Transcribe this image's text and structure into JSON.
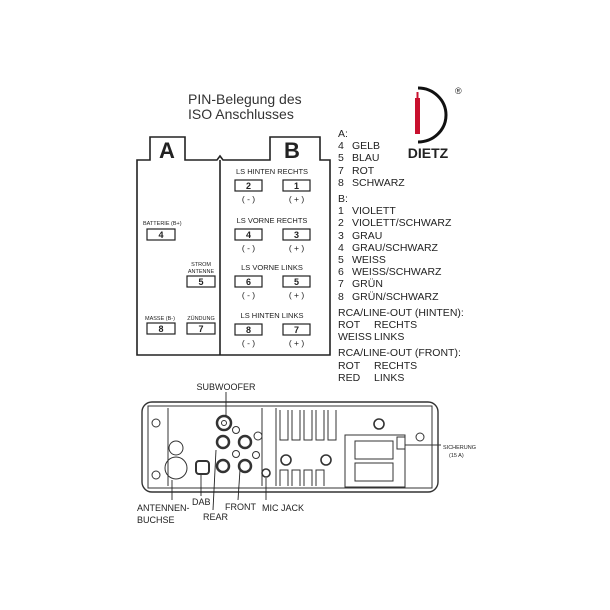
{
  "title": {
    "line1": "PIN-Belegung des",
    "line2": "ISO Anschlusses"
  },
  "logo": {
    "text": "DIETZ",
    "registered": "®",
    "accent_color": "#c8102e"
  },
  "connector_a": {
    "label": "A",
    "pins": [
      {
        "name": "BATTERIE (B+)",
        "pin": "4"
      },
      {
        "name_line1": "STROM",
        "name_line2": "ANTENNE",
        "pin": "5"
      },
      {
        "name": "MASSE (B-)",
        "pin": "8"
      },
      {
        "name": "ZÜNDUNG",
        "pin": "7"
      }
    ]
  },
  "connector_b": {
    "label": "B",
    "groups": [
      {
        "name": "LS HINTEN RECHTS",
        "neg": "2",
        "pos": "1"
      },
      {
        "name": "LS VORNE RECHTS",
        "neg": "4",
        "pos": "3"
      },
      {
        "name": "LS VORNE LINKS",
        "neg": "6",
        "pos": "5"
      },
      {
        "name": "LS HINTEN LINKS",
        "neg": "8",
        "pos": "7"
      }
    ],
    "neg_label": "( - )",
    "pos_label": "( + )"
  },
  "legend": {
    "a_header": "A:",
    "a_items": [
      [
        "4",
        "GELB"
      ],
      [
        "5",
        "BLAU"
      ],
      [
        "7",
        "ROT"
      ],
      [
        "8",
        "SCHWARZ"
      ]
    ],
    "b_header": "B:",
    "b_items": [
      [
        "1",
        "VIOLETT"
      ],
      [
        "2",
        "VIOLETT/SCHWARZ"
      ],
      [
        "3",
        "GRAU"
      ],
      [
        "4",
        "GRAU/SCHWARZ"
      ],
      [
        "5",
        "WEISS"
      ],
      [
        "6",
        "WEISS/SCHWARZ"
      ],
      [
        "7",
        "GRÜN"
      ],
      [
        "8",
        "GRÜN/SCHWARZ"
      ]
    ],
    "rca_rear_header": "RCA/LINE-OUT (HINTEN):",
    "rca_rear": [
      [
        "ROT",
        "RECHTS"
      ],
      [
        "WEISS",
        "LINKS"
      ]
    ],
    "rca_front_header": "RCA/LINE-OUT (FRONT):",
    "rca_front": [
      [
        "ROT",
        "RECHTS"
      ],
      [
        "RED",
        "LINKS"
      ]
    ]
  },
  "back_panel": {
    "subwoofer": "SUBWOOFER",
    "antenna_line1": "ANTENNEN-",
    "antenna_line2": "BUCHSE",
    "dab": "DAB",
    "rear": "REAR",
    "front": "FRONT",
    "mic_jack": "MIC JACK",
    "fuse_line1": "SICHERUNG",
    "fuse_line2": "(15 A)"
  }
}
